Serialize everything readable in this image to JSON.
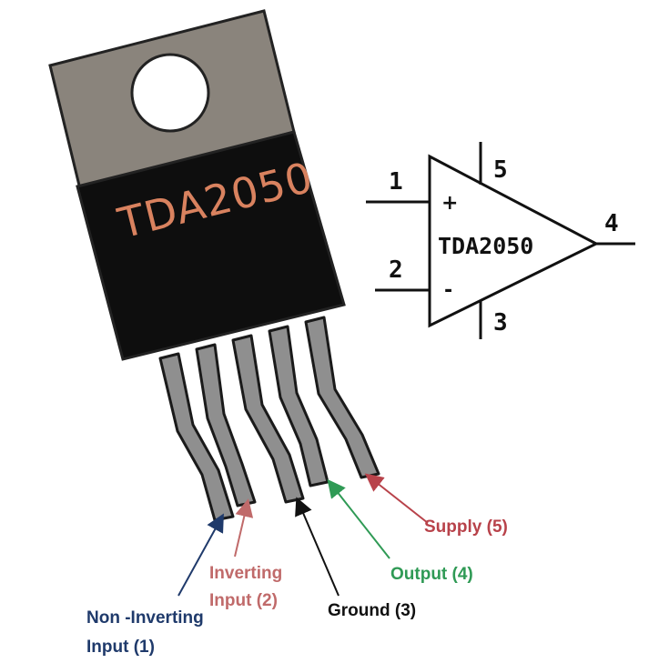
{
  "chip": {
    "marking": "TDA2050"
  },
  "symbol": {
    "name": "TDA2050",
    "pins": {
      "in_plus": "1",
      "in_minus": "2",
      "ground": "3",
      "output": "4",
      "supply": "5"
    },
    "plus_sign": "+",
    "minus_sign": "-"
  },
  "labels": {
    "non_inverting": {
      "line1": "Non -Inverting",
      "line2": "Input (1)",
      "color": "#1f3a6b"
    },
    "inverting": {
      "line1": "Inverting",
      "line2": "Input (2)",
      "color": "#c06a6a"
    },
    "ground": {
      "text": "Ground (3)",
      "color": "#111111"
    },
    "output": {
      "text": "Output (4)",
      "color": "#2f9a55"
    },
    "supply": {
      "text": "Supply (5)",
      "color": "#b8424a"
    }
  }
}
